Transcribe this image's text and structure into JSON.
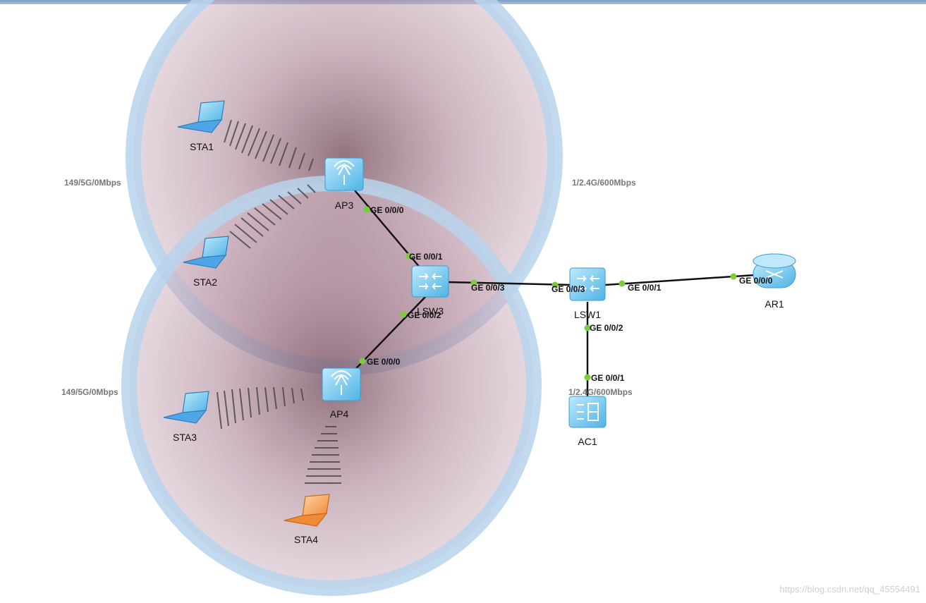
{
  "aps": [
    {
      "name": "AP3",
      "channel_5g": "149/5G/0Mbps",
      "channel_24g": "1/2.4G/600Mbps"
    },
    {
      "name": "AP4",
      "channel_5g": "149/5G/0Mbps",
      "channel_24g": "1/2.4G/600Mbps"
    }
  ],
  "switches": [
    {
      "name": "LSW3"
    },
    {
      "name": "LSW1"
    }
  ],
  "router": {
    "name": "AR1"
  },
  "controller": {
    "name": "AC1"
  },
  "stations": [
    {
      "name": "STA1",
      "color": "#5aa7e8"
    },
    {
      "name": "STA2",
      "color": "#5aa7e8"
    },
    {
      "name": "STA3",
      "color": "#5aa7e8"
    },
    {
      "name": "STA4",
      "color": "#f39a4a"
    }
  ],
  "ports": {
    "ap3_g000": "GE 0/0/0",
    "lsw3_g001": "GE 0/0/1",
    "lsw3_g003": "GE 0/0/3",
    "lsw3_g002": "GE 0/0/2",
    "ap4_g000": "GE 0/0/0",
    "lsw1_g003": "GE 0/0/3",
    "lsw1_g001": "GE 0/0/1",
    "lsw1_g002": "GE 0/0/2",
    "ar1_g000": "GE 0/0/0",
    "ac1_g001": "GE 0/0/1"
  },
  "watermark": "https://blog.csdn.net/qq_45554491",
  "colors": {
    "coverage_fill": "#c9a7b7",
    "coverage_ring": "#b7d3ec",
    "link": "#111111",
    "port_dot": "#7ccc3a",
    "device": "#6fc6ef"
  }
}
